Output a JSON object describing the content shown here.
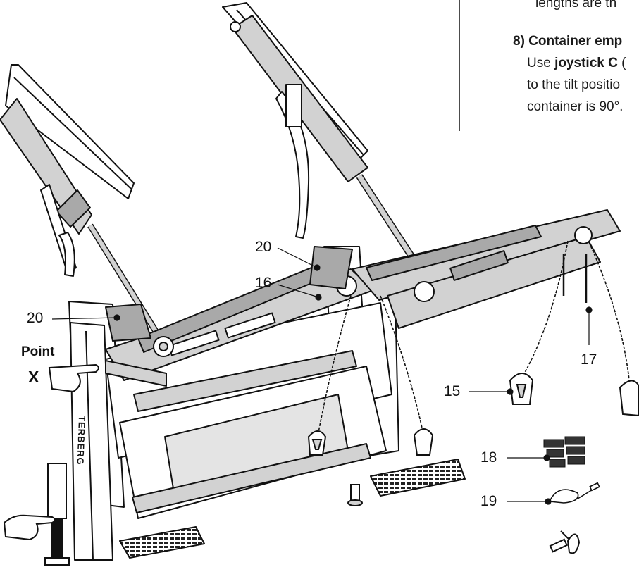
{
  "instructions": {
    "line_top_fragment": "lengths are th",
    "step_heading": "8) Container emp",
    "line_1_prefix": "Use ",
    "line_1_bold": "joystick C",
    "line_1_suffix": " (",
    "line_2": "to the tilt positio",
    "line_3": "container is 90°."
  },
  "callouts": {
    "c20_upper": "20",
    "c16": "16",
    "c20_left": "20",
    "c17": "17",
    "c15": "15",
    "c18": "18",
    "c19": "19"
  },
  "point_label": {
    "word": "Point",
    "letter": "X"
  },
  "brand": "TERBERG",
  "colors": {
    "part_fill": "#d2d2d2",
    "part_dark": "#a9a9a9",
    "outline": "#111111",
    "ink": "#1a1a1a"
  }
}
